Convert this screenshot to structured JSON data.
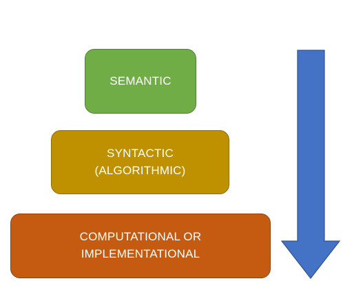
{
  "levels": [
    {
      "lines": [
        "SEMANTIC"
      ],
      "color": "#70AD47",
      "border": "#507E32"
    },
    {
      "lines": [
        "SYNTACTIC",
        "(ALGORITHMIC)"
      ],
      "color": "#BF9000",
      "border": "#8F6B00"
    },
    {
      "lines": [
        "COMPUTATIONAL OR",
        "IMPLEMENTATIONAL"
      ],
      "color": "#C55A11",
      "border": "#93420C"
    }
  ],
  "arrow": {
    "direction": "down",
    "color": "#4472C4",
    "border": "#2F528F"
  }
}
